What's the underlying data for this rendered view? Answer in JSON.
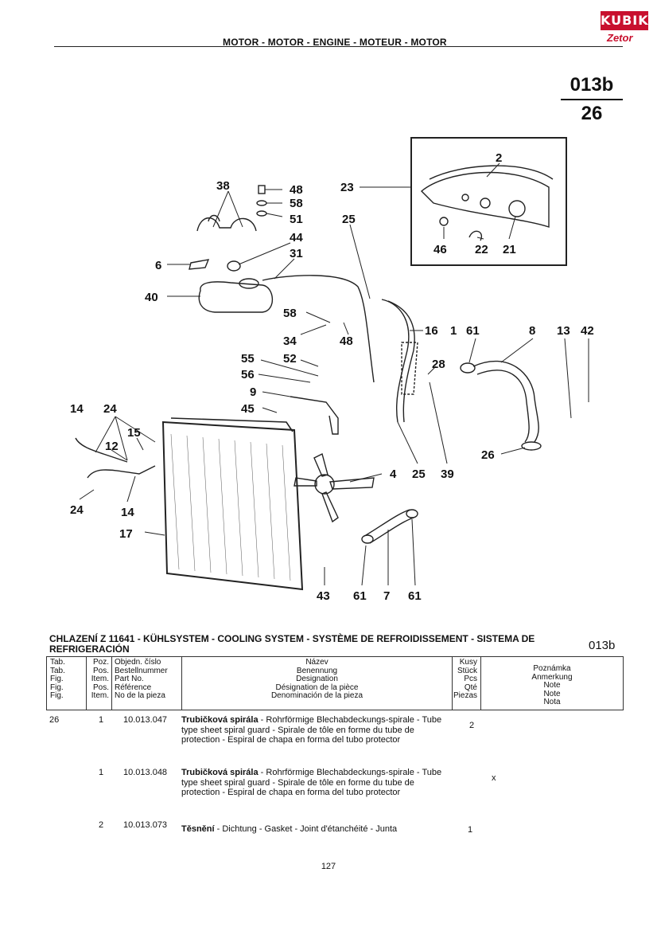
{
  "logo": {
    "top": "KUBIK",
    "bottom": "Zetor"
  },
  "header": {
    "title": "MOTOR - MOTOR - ENGINE - MOTEUR - MOTOR"
  },
  "page_ref": {
    "group": "013b",
    "fig": "26"
  },
  "callouts": [
    "2",
    "23",
    "38",
    "48",
    "58",
    "51",
    "25",
    "44",
    "31",
    "6",
    "40",
    "58",
    "34",
    "48",
    "16",
    "1",
    "61",
    "8",
    "13",
    "42",
    "55",
    "52",
    "28",
    "56",
    "9",
    "14",
    "24",
    "15",
    "12",
    "45",
    "4",
    "25",
    "39",
    "26",
    "24",
    "14",
    "17",
    "43",
    "61",
    "7",
    "61",
    "46",
    "22",
    "21"
  ],
  "section": {
    "title": "CHLAZENÍ Z 11641 - KÜHLSYSTEM - COOLING SYSTEM - SYSTÈME DE REFROIDISSEMENT - SISTEMA DE REFRIGERACIÓN",
    "code": "013b"
  },
  "table_head": {
    "tab": [
      "Tab.",
      "Tab.",
      "Fig.",
      "Fig.",
      "Fig."
    ],
    "pos": [
      "Poz.",
      "Pos.",
      "Item.",
      "Pos.",
      "Item."
    ],
    "part": [
      "Objedn. číslo",
      "Bestellnummer",
      "Part No.",
      "Référence",
      "No de la pieza"
    ],
    "name": [
      "Název",
      "Benennung",
      "Designation",
      "Désignation de la pièce",
      "Denominación de la pieza"
    ],
    "qty": [
      "Kusy",
      "Stück",
      "Pcs",
      "Qté",
      "Piezas"
    ],
    "note": [
      "Poznámka",
      "Anmerkung",
      "Note",
      "Note",
      "Nota"
    ]
  },
  "rows": [
    {
      "fig": "26",
      "pos": "1",
      "part": "10.013.047",
      "name_bold": "Trubičková spirála",
      "name_rest": " - Rohrförmige Blechabdeckungs-spirale - Tube type sheet spiral guard - Spirale de tôle en forme du tube de protection - Espiral de chapa en forma del tubo protector",
      "qty": "2",
      "note": ""
    },
    {
      "fig": "",
      "pos": "1",
      "part": "10.013.048",
      "name_bold": "Trubičková spirála",
      "name_rest": " - Rohrförmige Blechabdeckungs-spirale - Tube type sheet spiral guard - Spirale de tôle en forme du tube de protection - Espiral de chapa en forma del tubo protector",
      "qty": "",
      "note": "x"
    },
    {
      "fig": "",
      "pos": "2",
      "part": "10.013.073",
      "name_bold": "Těsnění",
      "name_rest": " - Dichtung - Gasket - Joint d'étanchéité - Junta",
      "qty": "1",
      "note": ""
    }
  ],
  "footer": {
    "page": "127"
  }
}
